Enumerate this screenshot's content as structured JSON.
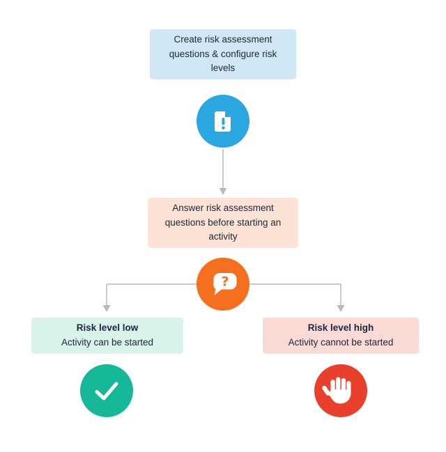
{
  "flowchart": {
    "step1": {
      "label": "Create risk assessment questions & configure risk levels",
      "bg_color": "#d0e8f5",
      "icon": "document-alert-icon",
      "icon_color": "#2aa7e0"
    },
    "step2": {
      "label": "Answer risk assessment questions before starting an activity",
      "bg_color": "#fce3d5",
      "icon": "question-chat-icon",
      "icon_color": "#f4701e",
      "question_glyph": "?"
    },
    "outcome_low": {
      "title": "Risk level low",
      "subtitle": "Activity can be started",
      "bg_color": "#d7f3ea",
      "icon": "checkmark-icon",
      "icon_color": "#16b899"
    },
    "outcome_high": {
      "title": "Risk level high",
      "subtitle": "Activity cannot be started",
      "bg_color": "#f9dad5",
      "icon": "stop-hand-icon",
      "icon_color": "#e8402c"
    },
    "connector_color": "#b8b8b8",
    "text_color": "#20263d"
  }
}
